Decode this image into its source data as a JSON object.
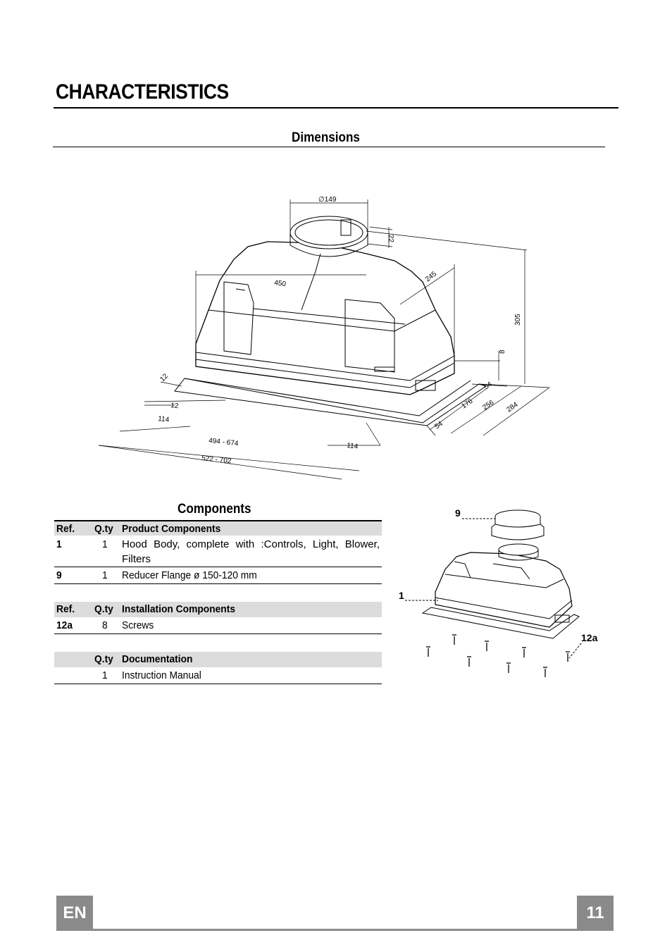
{
  "page": {
    "title": "CHARACTERISTICS",
    "language_tab": "EN",
    "page_number": "11"
  },
  "dimensions": {
    "heading": "Dimensions",
    "labels": {
      "outlet_diameter": "∅149",
      "outlet_height": "22",
      "body_width": "450",
      "body_depth": "245",
      "total_height": "305",
      "flange_thickness": "8",
      "edge_left_top": "12",
      "edge_left": "12",
      "offset_left": "114",
      "width_range": "494 - 674",
      "offset_right": "114",
      "total_width_range": "522 - 702",
      "side_54_top": "54",
      "side_176": "176",
      "side_256": "256",
      "side_284": "284",
      "side_54_bottom": "54"
    }
  },
  "components": {
    "heading": "Components",
    "groups": [
      {
        "header": {
          "ref": "Ref.",
          "qty": "Q.ty",
          "desc": "Product Components"
        },
        "rows": [
          {
            "ref": "1",
            "qty": "1",
            "desc": "Hood Body, complete with :Controls, Light, Blower, Filters"
          },
          {
            "ref": "9",
            "qty": "1",
            "desc": "Reducer Flange ø 150-120 mm"
          }
        ]
      },
      {
        "header": {
          "ref": "Ref.",
          "qty": "Q.ty",
          "desc": "Installation Components"
        },
        "rows": [
          {
            "ref": "12a",
            "qty": "8",
            "desc": "Screws"
          }
        ]
      },
      {
        "header": {
          "ref": "",
          "qty": "Q.ty",
          "desc": "Documentation"
        },
        "rows": [
          {
            "ref": "",
            "qty": "1",
            "desc": "Instruction Manual"
          }
        ]
      }
    ]
  },
  "assembly": {
    "callout_flange": "9",
    "callout_body": "1",
    "callout_screws": "12a"
  }
}
